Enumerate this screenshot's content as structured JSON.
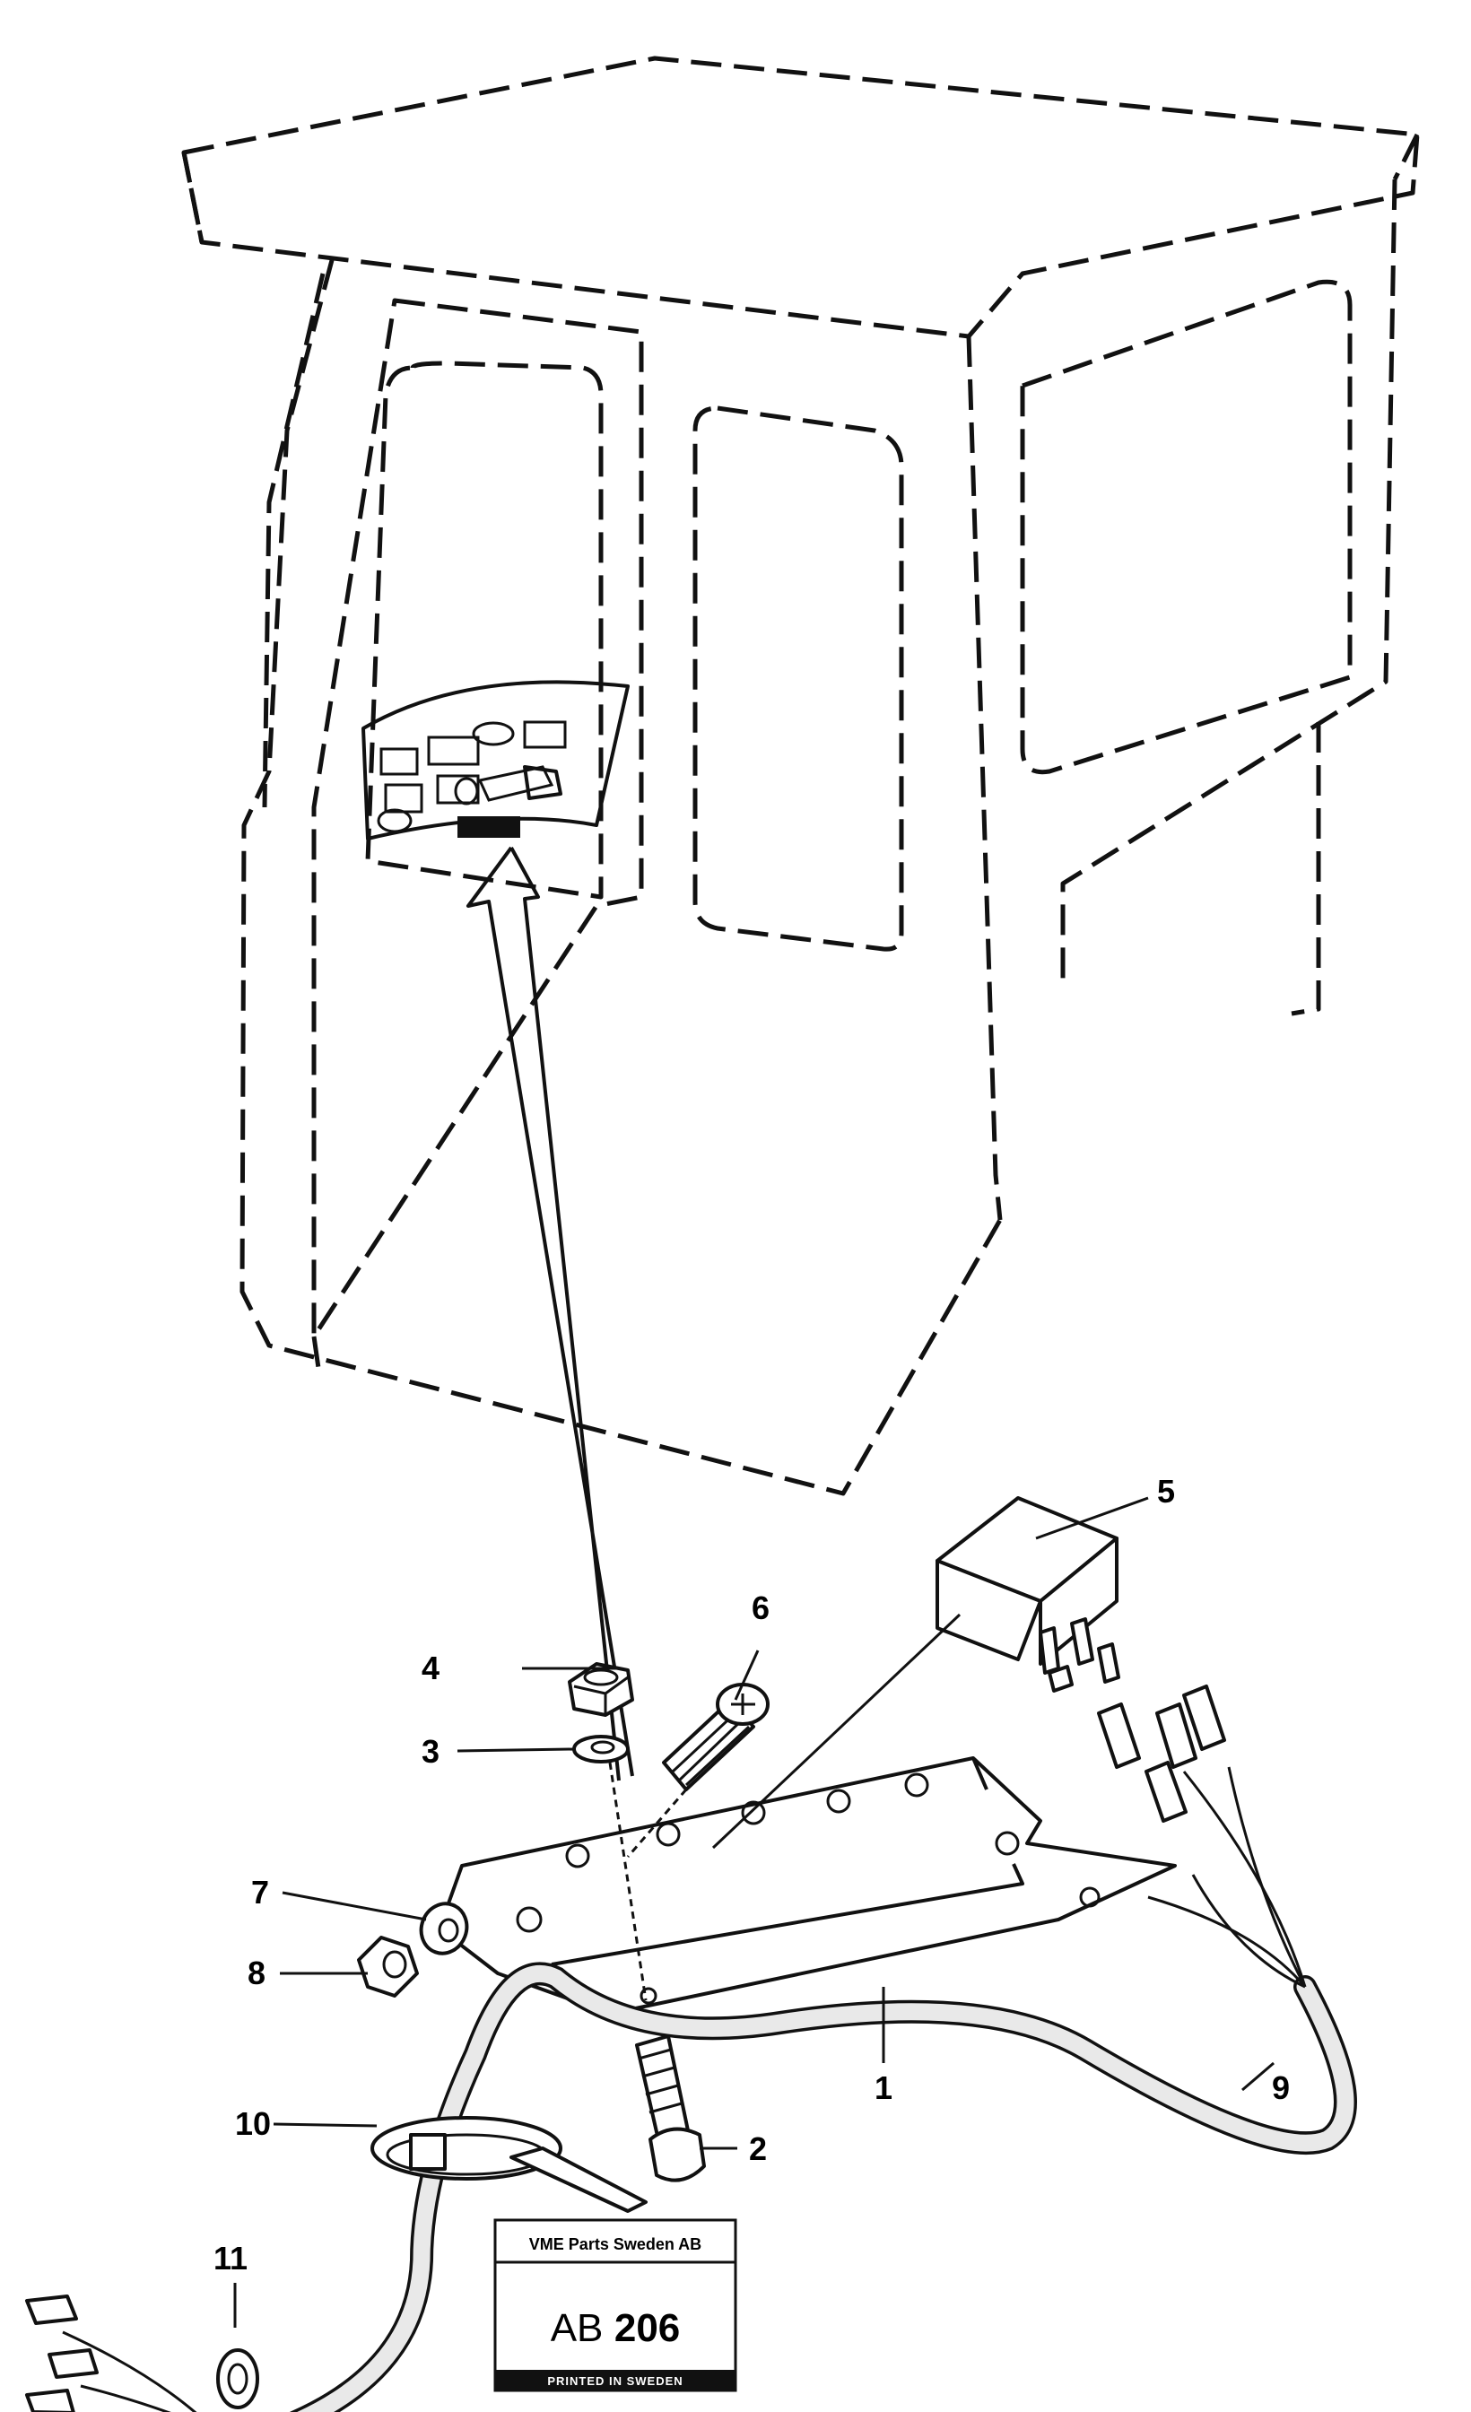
{
  "callouts": [
    {
      "id": "1",
      "label": "1"
    },
    {
      "id": "2",
      "label": "2"
    },
    {
      "id": "3",
      "label": "3"
    },
    {
      "id": "4",
      "label": "4"
    },
    {
      "id": "5",
      "label": "5"
    },
    {
      "id": "6",
      "label": "6"
    },
    {
      "id": "7",
      "label": "7"
    },
    {
      "id": "8",
      "label": "8"
    },
    {
      "id": "9",
      "label": "9"
    },
    {
      "id": "10",
      "label": "10"
    },
    {
      "id": "11",
      "label": "11"
    }
  ],
  "stamp": {
    "company": "VME Parts Sweden AB",
    "code_prefix": "AB",
    "code_number": "206",
    "printed": "PRINTED IN SWEDEN"
  }
}
